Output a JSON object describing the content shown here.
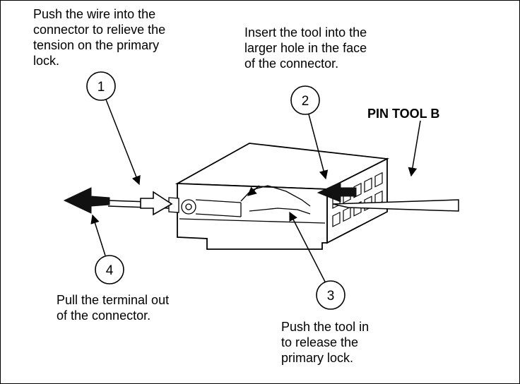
{
  "figure": {
    "type": "technical-illustration",
    "subject": "terminal-removal-from-connector",
    "colors": {
      "line": "#000000",
      "background": "#ffffff",
      "arrow_fill": "#111111"
    },
    "labels": {
      "pin_tool": "PIN TOOL B"
    },
    "callouts": [
      {
        "number": "1",
        "caption": "Push the wire into the\nconnector to relieve the\ntension on the primary\nlock."
      },
      {
        "number": "2",
        "caption": "Insert the tool into the\nlarger hole in the face\nof the connector."
      },
      {
        "number": "3",
        "caption": "Push the tool in\nto release the\nprimary lock."
      },
      {
        "number": "4",
        "caption": "Pull the terminal out\nof the connector."
      }
    ]
  }
}
